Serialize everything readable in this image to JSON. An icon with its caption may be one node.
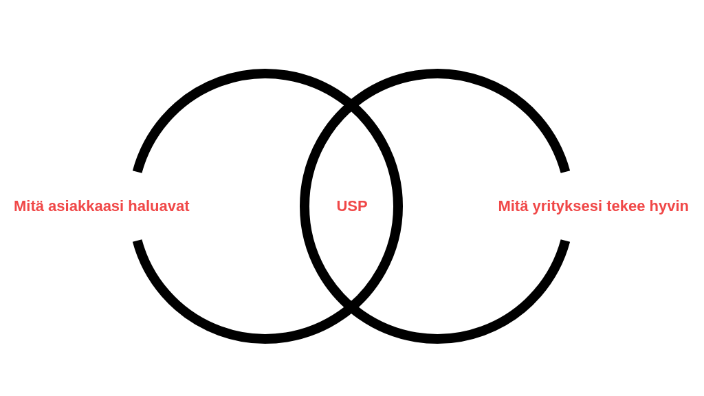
{
  "diagram": {
    "nodes": [
      {
        "text": [
          "Mitä asiakkaasi haluavat"
        ]
      },
      {
        "text": [
          "Mitä yrityksesi tekee hyvin"
        ]
      }
    ],
    "edges": [],
    "labels": [
      "USP"
    ]
  }
}
